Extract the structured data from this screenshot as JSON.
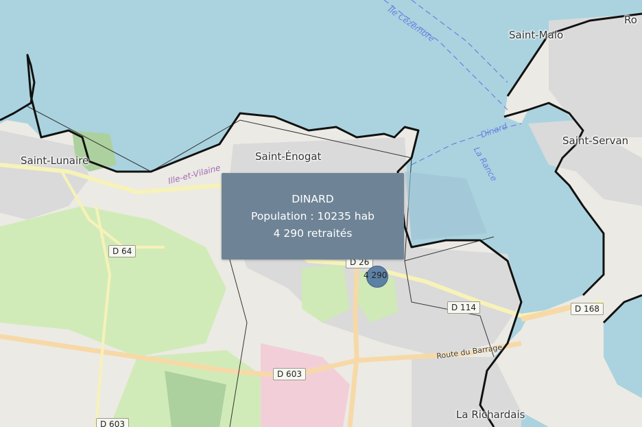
{
  "map": {
    "colors": {
      "sea": "#aad3df",
      "land": "#eceae4",
      "urban": "#dadada",
      "green": "#cdebb0",
      "forest": "#add19e",
      "major_road": "#f7d9a8",
      "road_casing": "#e6b87a",
      "secondary_road": "#f7f2b8",
      "commune_border": "#111111",
      "popup_bg": "#6e8496",
      "marker": "#466ea0"
    },
    "places": {
      "saint_malo": "Saint-Malo",
      "saint_enogat": "Saint-Énogat",
      "saint_lunaire": "Saint-Lunaire",
      "saint_servan": "Saint-Servan",
      "la_richardais": "La Richardais",
      "ro": "Ro"
    },
    "water_labels": {
      "ile_cezembre": "Île Cézembre",
      "dinard": "Dinard",
      "la_rance": "La Rance",
      "ille_et_vilaine": "Ille-et-Vilaine"
    },
    "roads": {
      "d64": "D 64",
      "d266": "D 26",
      "d114": "D 114",
      "d168": "D 168",
      "d603": "D 603",
      "d_bottom": "D 603",
      "route_barrage": "Route du Barrage"
    },
    "popup": {
      "title": "DINARD",
      "population": "Population : 10235 hab",
      "retirees": "4 290 retraités"
    },
    "marker": {
      "label": "4 290"
    }
  }
}
